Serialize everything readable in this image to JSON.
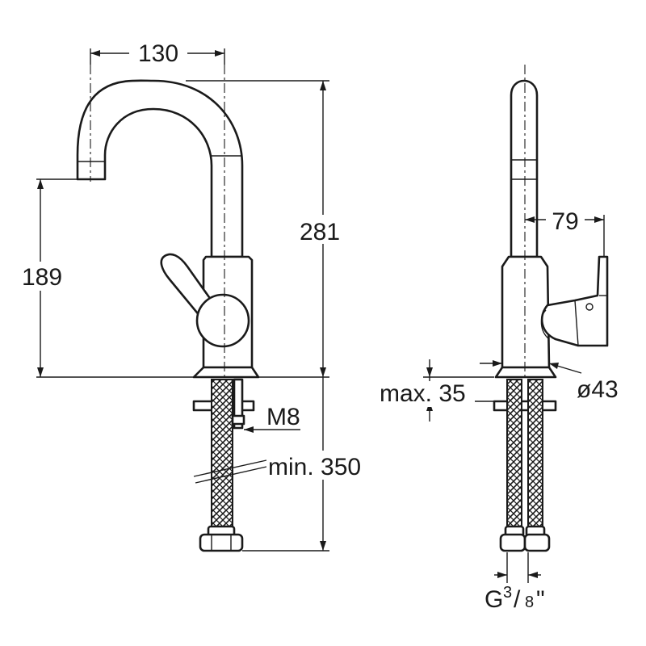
{
  "drawing": {
    "title": "Basin mixer with swivel spout – dimensional drawing",
    "dimensions": {
      "spout_reach": "130",
      "total_height": "281",
      "spout_height": "189",
      "thread": "M8",
      "hose_length": "min. 350",
      "handle_depth": "79",
      "max_thickness": "max. 35",
      "body_diameter": "ø43",
      "connection": "G",
      "connection_num": "3",
      "connection_den": "8",
      "connection_suffix": "\""
    },
    "colors": {
      "ink": "#1a1a1a",
      "paper": "#ffffff"
    }
  }
}
